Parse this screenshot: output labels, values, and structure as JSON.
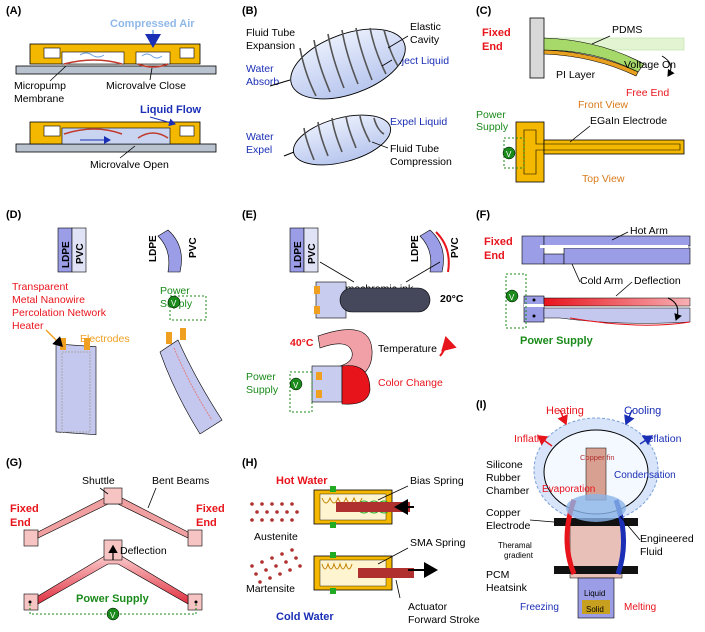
{
  "panels": [
    "(A)",
    "(B)",
    "(C)",
    "(D)",
    "(E)",
    "(F)",
    "(G)",
    "(H)",
    "(I)"
  ],
  "a": {
    "compressed_air": "Compressed Air",
    "micropump": "Micropump",
    "membrane": "Membrane",
    "microvalve_close": "Microvalve Close",
    "liquid_flow": "Liquid Flow",
    "microvalve_open": "Microvalve Open"
  },
  "b": {
    "fluid_tube": "Fluid Tube",
    "expansion": "Expansion",
    "elastic": "Elastic",
    "cavity": "Cavity",
    "inject_liquid": "Inject Liquid",
    "water_absorb_1": "Water",
    "water_absorb_2": "Absorb",
    "expel_liquid": "Expel Liquid",
    "water_expel_1": "Water",
    "water_expel_2": "Expel",
    "fluid_tube_2": "Fluid Tube",
    "compression": "Compression"
  },
  "c": {
    "fixed": "Fixed",
    "end": "End",
    "pdms": "PDMS",
    "pi_layer": "PI Layer",
    "voltage_on": "Voltage On",
    "free_end": "Free End",
    "front_view": "Front View",
    "power": "Power",
    "supply": "Supply",
    "egain": "EGaIn Electrode",
    "top_view": "Top View",
    "v": "V"
  },
  "d": {
    "ldpe": "LDPE",
    "pvc": "PVC",
    "transparent": "Transparent",
    "metal_nanowire": "Metal Nanowire",
    "percolation": "Percolation Network",
    "heater": "Heater",
    "power": "Power",
    "supply": "Supply",
    "electrodes": "Electrodes",
    "v": "V"
  },
  "e": {
    "ldpe": "LDPE",
    "pvc": "PVC",
    "thermochromic": "Thermochromic ink",
    "temp20": "20°C",
    "temp40": "40°C",
    "temperature": "Temperature",
    "power": "Power",
    "supply": "Supply",
    "color_change": "Color Change",
    "v": "V"
  },
  "f": {
    "fixed": "Fixed",
    "end": "End",
    "hot_arm": "Hot Arm",
    "cold_arm": "Cold Arm",
    "deflection": "Deflection",
    "power_supply": "Power Supply",
    "v": "V"
  },
  "g": {
    "shuttle": "Shuttle",
    "bent_beams": "Bent Beams",
    "fixed": "Fixed",
    "end": "End",
    "deflection": "Deflection",
    "power_supply": "Power Supply",
    "v": "V"
  },
  "h": {
    "hot_water": "Hot Water",
    "bias_spring": "Bias Spring",
    "austenite": "Austenite",
    "sma_spring": "SMA Spring",
    "martensite": "Martensite",
    "cold_water": "Cold Water",
    "actuator": "Actuator",
    "forward_stroke": "Forward Stroke"
  },
  "i": {
    "heating": "Heating",
    "cooling": "Cooling",
    "inflation": "Inflation",
    "deflation": "Deflation",
    "silicone": "Silicone",
    "rubber": "Rubber",
    "chamber": "Chamber",
    "copper_fin": "Copper fin",
    "evaporation": "Evaporation",
    "condensation": "Condensation",
    "copper": "Copper",
    "electrode": "Electrode",
    "engineered": "Engineered",
    "fluid": "Fluid",
    "thermal": "Theramal",
    "gradient": "gradient",
    "pcm": "PCM",
    "heatsink": "Heatsink",
    "liquid": "Liquid",
    "solid": "Solid",
    "freezing": "Freezing",
    "melting": "Melting"
  },
  "colors": {
    "yellow": "#f5b800",
    "blue_fill": "#c8d4f0",
    "periwinkle": "#9b9ee6",
    "red": "#e8141c",
    "dark_blue": "#1a2fb5",
    "green": "#1a8a1a",
    "pink": "#f2a0a8",
    "sma_green": "#22aa22"
  }
}
